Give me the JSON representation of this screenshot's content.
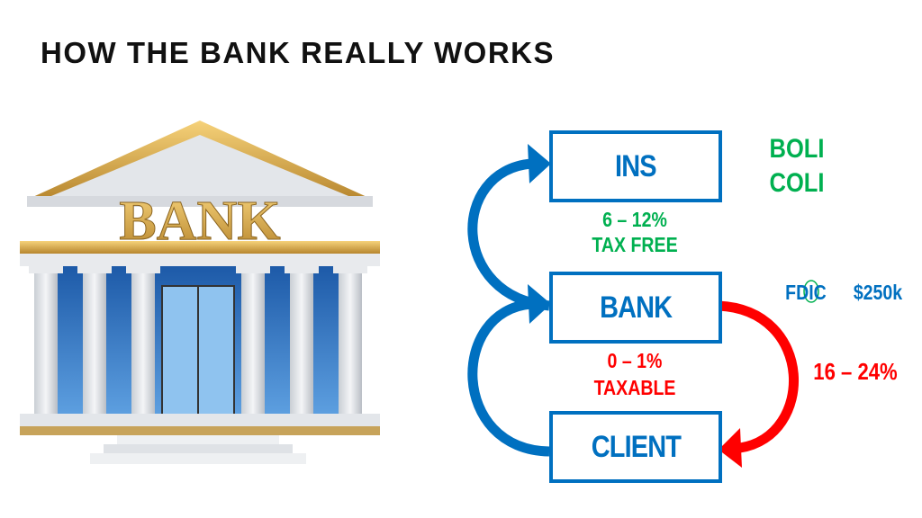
{
  "title": "HOW THE BANK REALLY WORKS",
  "illustration": {
    "sign": "BANK"
  },
  "boxes": {
    "ins": "INS",
    "bank": "BANK",
    "client": "CLIENT"
  },
  "labels": {
    "ins_rate": "6 – 12%",
    "ins_tax": "TAX FREE",
    "bank_rate": "0 – 1%",
    "bank_tax": "TAXABLE",
    "loan_rate": "16 – 24%",
    "boli": "BOLI",
    "coli": "COLI",
    "fdic": "FDIC",
    "fdic_limit": "$250k"
  },
  "colors": {
    "blue": "#0070c0",
    "green": "#00b050",
    "red": "#ff0000",
    "gold": "#d9a441"
  }
}
